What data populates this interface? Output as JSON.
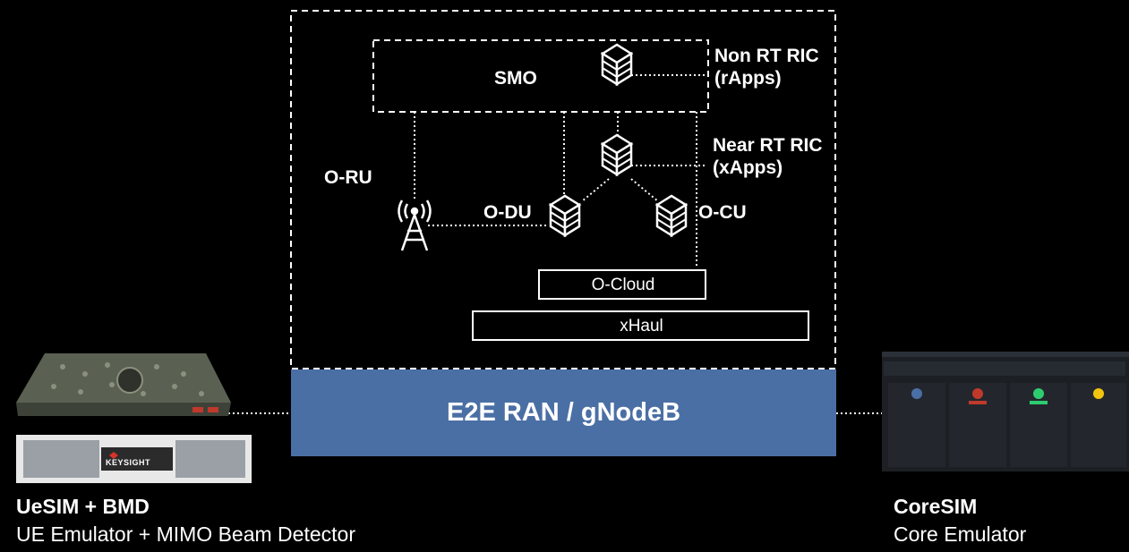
{
  "ran": {
    "smo": "SMO",
    "non_rt_ric": [
      "Non RT RIC",
      "(rApps)"
    ],
    "near_rt_ric": [
      "Near RT RIC",
      "(xApps)"
    ],
    "o_ru": "O-RU",
    "o_du": "O-DU",
    "o_cu": "O-CU",
    "o_cloud": "O-Cloud",
    "xhaul": "xHaul",
    "banner": "E2E RAN / gNodeB"
  },
  "uesim": {
    "title": "UeSIM + BMD",
    "subtitle": "UE Emulator + MIMO Beam Detector",
    "brand": "KEYSIGHT"
  },
  "coresim": {
    "title": "CoreSIM",
    "subtitle": "Core Emulator"
  }
}
